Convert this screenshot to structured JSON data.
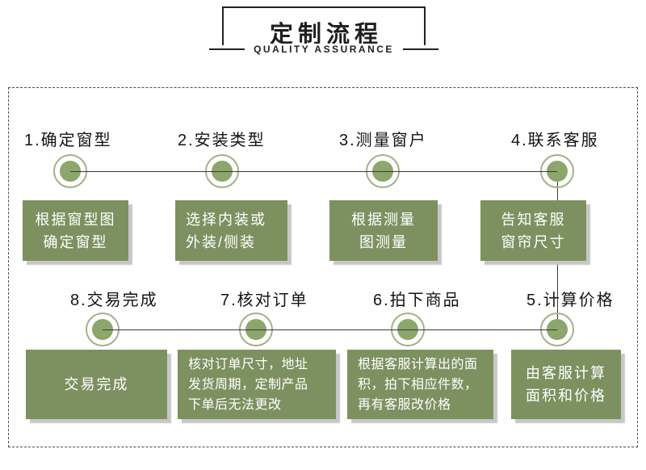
{
  "header": {
    "title": "定制流程",
    "subtitle": "QUALITY ASSURANCE"
  },
  "colors": {
    "box_green": "#7d9160",
    "node_green": "#8ca66b",
    "node_ring": "#a3b18a",
    "shadow_gray": "#c7c7c7",
    "line_dark": "#3a3a3a",
    "text_white": "#ffffff",
    "text_dark": "#141414"
  },
  "steps": [
    {
      "label": "1.确定窗型",
      "box": "根据窗型图\n确定窗型"
    },
    {
      "label": "2.安装类型",
      "box": "选择内装或\n外装/侧装"
    },
    {
      "label": "3.测量窗户",
      "box": "根据测量\n图测量"
    },
    {
      "label": "4.联系客服",
      "box": "告知客服\n窗帘尺寸"
    },
    {
      "label": "5.计算价格",
      "box": "由客服计算\n面积和价格"
    },
    {
      "label": "6.拍下商品",
      "box": "根据客服计算出的面\n积，拍下相应件数，\n再有客服改价格"
    },
    {
      "label": "7.核对订单",
      "box": "核对订单尺寸，地址\n发货周期，定制产品\n下单后无法更改"
    },
    {
      "label": "8.交易完成",
      "box": "交易完成"
    }
  ]
}
